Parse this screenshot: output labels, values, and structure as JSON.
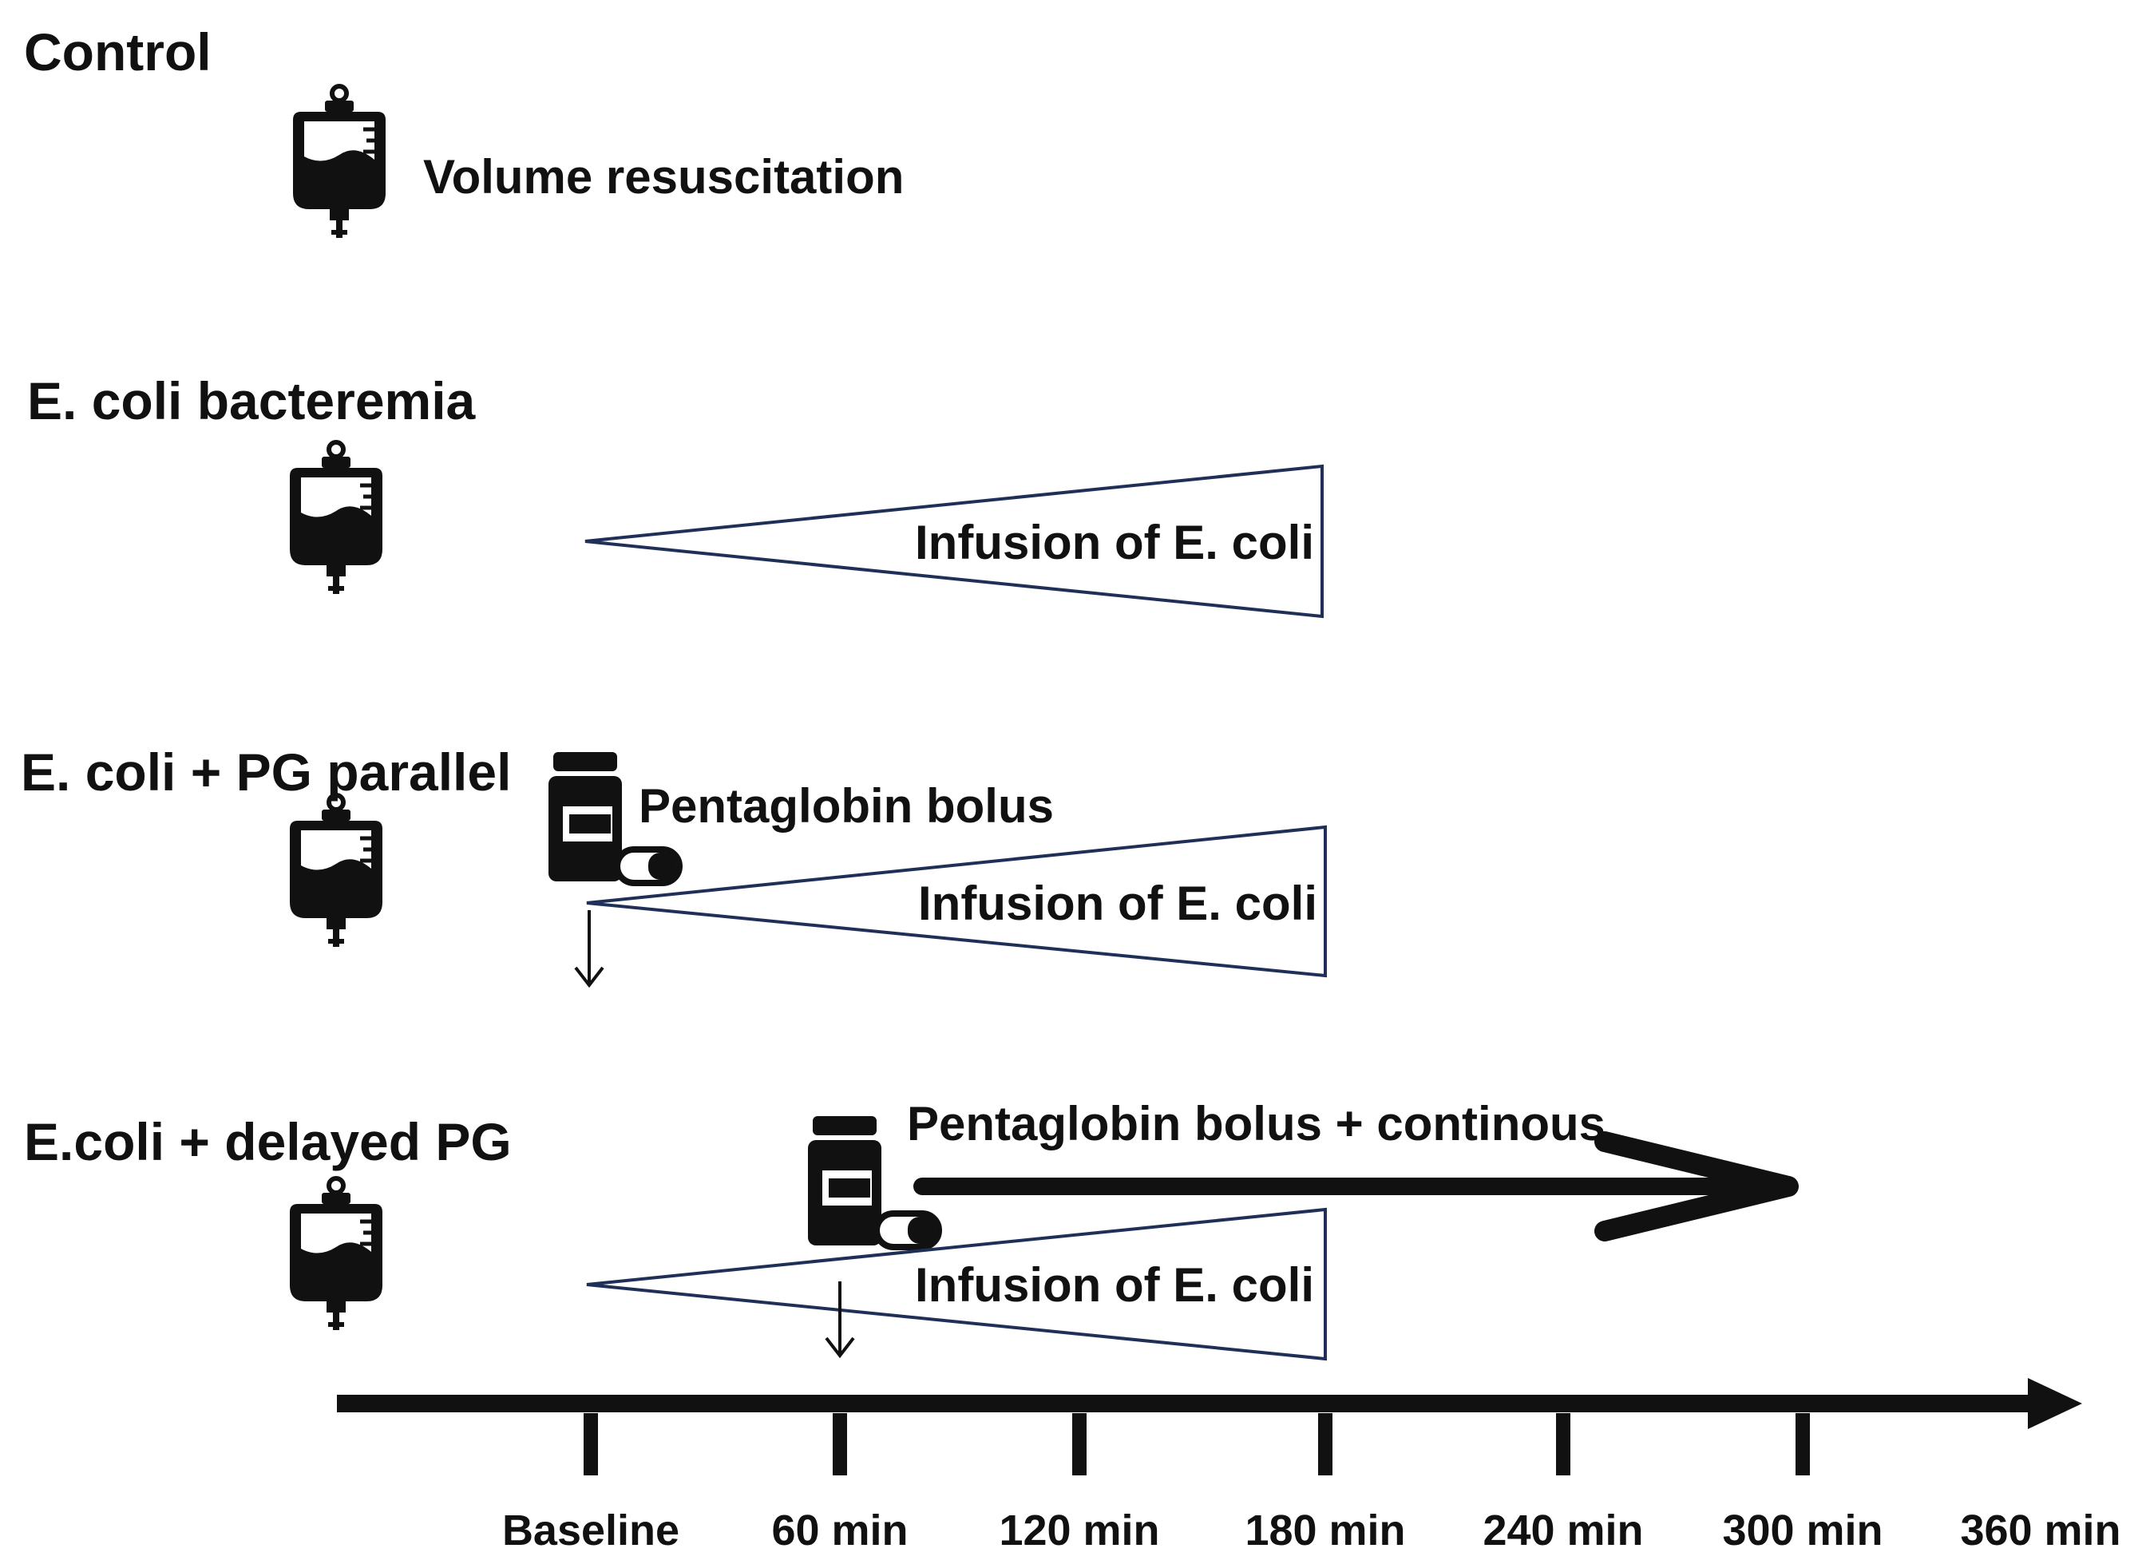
{
  "groups": [
    {
      "title": "Control",
      "label": "Volume resuscitation"
    },
    {
      "title": "E. coli bacteremia",
      "label": "Infusion of E. coli"
    },
    {
      "title": "E. coli + PG parallel",
      "infusion_label": "Infusion of E. coli",
      "bolus_label": "Pentaglobin bolus"
    },
    {
      "title": "E.coli + delayed PG",
      "infusion_label": "Infusion of E. coli",
      "bolus_label": "Pentaglobin bolus + continous"
    }
  ],
  "timeline": {
    "ticks": [
      "Baseline",
      "60 min",
      "120 min",
      "180 min",
      "240 min",
      "300 min",
      "360 min"
    ]
  },
  "icons": {
    "iv_bag": "iv-bag-icon",
    "medicine": "medicine-bottle-icon"
  },
  "colors": {
    "ink": "#111111",
    "wedge_stroke": "#1f2f57"
  }
}
